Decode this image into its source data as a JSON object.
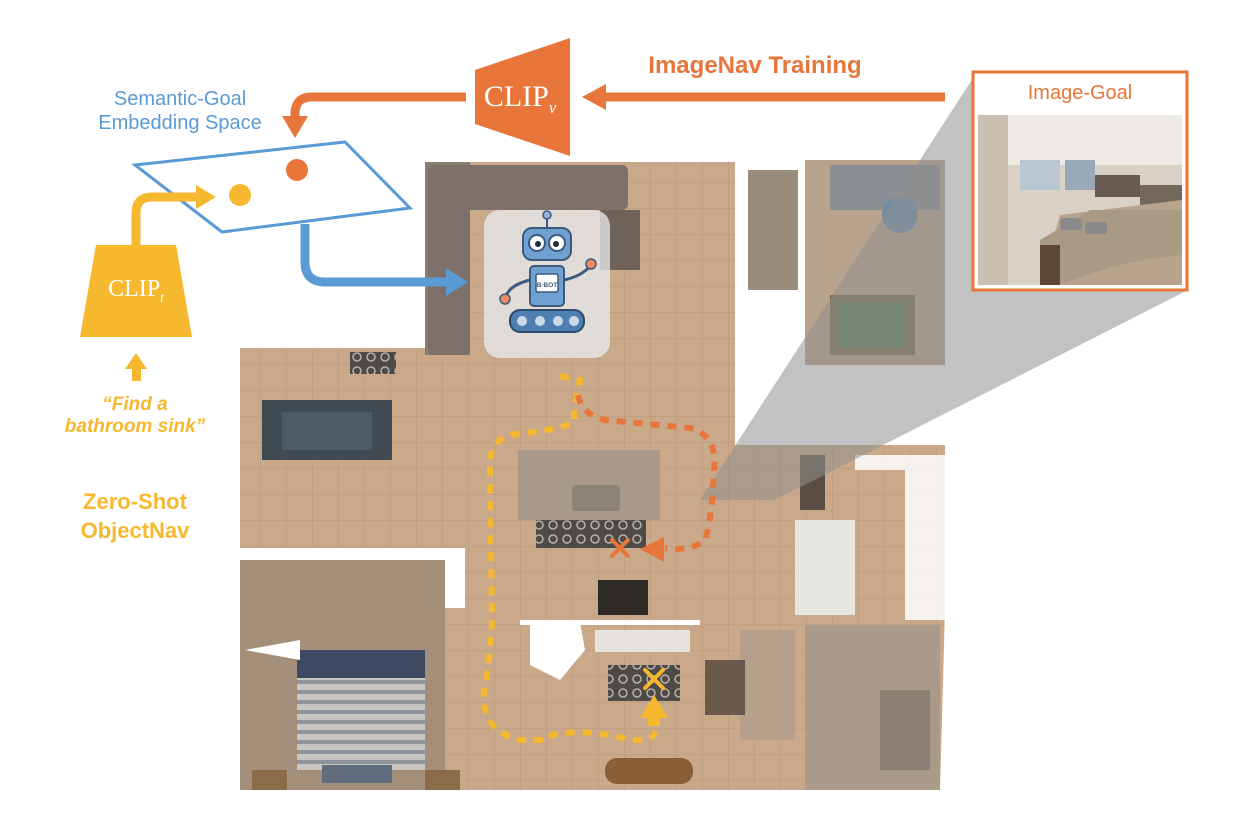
{
  "colors": {
    "orange": "#e8763a",
    "yellow": "#f5b82e",
    "blue": "#5b9bd5",
    "floor": "#c9a888",
    "tile_line": "#bd9a79"
  },
  "labels": {
    "imagenav_training": "ImageNav Training",
    "semantic_goal_line1": "Semantic-Goal",
    "semantic_goal_line2": "Embedding Space",
    "clip_v_base": "CLIP",
    "clip_v_sub": "v",
    "clip_t_base": "CLIP",
    "clip_t_sub": "t",
    "image_goal": "Image-Goal",
    "query_line1": "“Find a",
    "query_line2": "bathroom sink”",
    "zero_shot_line1": "Zero-Shot",
    "zero_shot_line2": "ObjectNav",
    "robot_badge": "B·BOT"
  },
  "icons": [
    "robot-icon",
    "target-x-icon",
    "goal-x-icon"
  ]
}
